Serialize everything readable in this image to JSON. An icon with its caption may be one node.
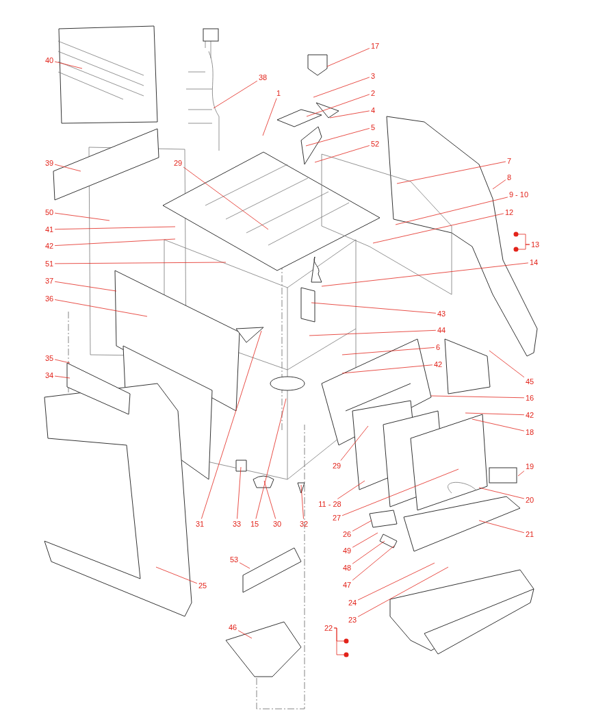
{
  "diagram": {
    "nodes": [
      {
        "text": [
          "40"
        ]
      },
      {
        "text": [
          "38"
        ]
      },
      {
        "text": [
          "17"
        ]
      },
      {
        "text": [
          "3"
        ]
      },
      {
        "text": [
          "1"
        ]
      },
      {
        "text": [
          "2"
        ]
      },
      {
        "text": [
          "4"
        ]
      },
      {
        "text": [
          "5"
        ]
      },
      {
        "text": [
          "52"
        ]
      },
      {
        "text": [
          "39"
        ]
      },
      {
        "text": [
          "29"
        ]
      },
      {
        "text": [
          "7"
        ]
      },
      {
        "text": [
          "8"
        ]
      },
      {
        "text": [
          "9 - 10"
        ]
      },
      {
        "text": [
          "12"
        ]
      },
      {
        "text": [
          "13"
        ]
      },
      {
        "text": [
          "14"
        ]
      },
      {
        "text": [
          "50"
        ]
      },
      {
        "text": [
          "41"
        ]
      },
      {
        "text": [
          "42"
        ]
      },
      {
        "text": [
          "51"
        ]
      },
      {
        "text": [
          "37"
        ]
      },
      {
        "text": [
          "36"
        ]
      },
      {
        "text": [
          "43"
        ]
      },
      {
        "text": [
          "44"
        ]
      },
      {
        "text": [
          "6"
        ]
      },
      {
        "text": [
          "42"
        ]
      },
      {
        "text": [
          "45"
        ]
      },
      {
        "text": [
          "35"
        ]
      },
      {
        "text": [
          "34"
        ]
      },
      {
        "text": [
          "16"
        ]
      },
      {
        "text": [
          "42"
        ]
      },
      {
        "text": [
          "18"
        ]
      },
      {
        "text": [
          "19"
        ]
      },
      {
        "text": [
          "29"
        ]
      },
      {
        "text": [
          "11 - 28"
        ]
      },
      {
        "text": [
          "27"
        ]
      },
      {
        "text": [
          "20"
        ]
      },
      {
        "text": [
          "21"
        ]
      },
      {
        "text": [
          "26"
        ]
      },
      {
        "text": [
          "49"
        ]
      },
      {
        "text": [
          "48"
        ]
      },
      {
        "text": [
          "47"
        ]
      },
      {
        "text": [
          "31"
        ]
      },
      {
        "text": [
          "33"
        ]
      },
      {
        "text": [
          "15"
        ]
      },
      {
        "text": [
          "30"
        ]
      },
      {
        "text": [
          "32"
        ]
      },
      {
        "text": [
          "53"
        ]
      },
      {
        "text": [
          "25"
        ]
      },
      {
        "text": [
          "24"
        ]
      },
      {
        "text": [
          "23"
        ]
      },
      {
        "text": [
          "22"
        ]
      },
      {
        "text": [
          "46"
        ]
      }
    ],
    "edges": [
      {
        "from": 0,
        "to": null,
        "arrow": "none"
      },
      {
        "from": 1,
        "to": null,
        "arrow": "none"
      },
      {
        "from": 2,
        "to": null,
        "arrow": "none"
      },
      {
        "from": 3,
        "to": null,
        "arrow": "none"
      },
      {
        "from": 4,
        "to": null,
        "arrow": "none"
      },
      {
        "from": 5,
        "to": null,
        "arrow": "none"
      },
      {
        "from": 6,
        "to": null,
        "arrow": "none"
      },
      {
        "from": 7,
        "to": null,
        "arrow": "none"
      },
      {
        "from": 8,
        "to": null,
        "arrow": "none"
      },
      {
        "from": 9,
        "to": null,
        "arrow": "none"
      },
      {
        "from": 10,
        "to": null,
        "arrow": "none"
      },
      {
        "from": 11,
        "to": null,
        "arrow": "none"
      },
      {
        "from": 12,
        "to": null,
        "arrow": "none"
      },
      {
        "from": 13,
        "to": null,
        "arrow": "none"
      },
      {
        "from": 14,
        "to": null,
        "arrow": "none"
      },
      {
        "from": 15,
        "to": null,
        "arrow": "other"
      },
      {
        "from": 15,
        "to": null,
        "arrow": "other"
      },
      {
        "from": 16,
        "to": null,
        "arrow": "none"
      },
      {
        "from": 17,
        "to": null,
        "arrow": "none"
      },
      {
        "from": 18,
        "to": null,
        "arrow": "none"
      },
      {
        "from": 19,
        "to": null,
        "arrow": "none"
      },
      {
        "from": 20,
        "to": null,
        "arrow": "none"
      },
      {
        "from": 21,
        "to": null,
        "arrow": "none"
      },
      {
        "from": 22,
        "to": null,
        "arrow": "none"
      },
      {
        "from": 23,
        "to": null,
        "arrow": "none"
      },
      {
        "from": 24,
        "to": null,
        "arrow": "none"
      },
      {
        "from": 25,
        "to": null,
        "arrow": "none"
      },
      {
        "from": 26,
        "to": null,
        "arrow": "none"
      },
      {
        "from": 27,
        "to": null,
        "arrow": "none"
      },
      {
        "from": 28,
        "to": null,
        "arrow": "none"
      },
      {
        "from": 29,
        "to": null,
        "arrow": "none"
      },
      {
        "from": 30,
        "to": null,
        "arrow": "none"
      },
      {
        "from": 31,
        "to": null,
        "arrow": "none"
      },
      {
        "from": 32,
        "to": null,
        "arrow": "none"
      },
      {
        "from": 33,
        "to": null,
        "arrow": "none"
      },
      {
        "from": 34,
        "to": null,
        "arrow": "none"
      },
      {
        "from": 35,
        "to": null,
        "arrow": "none"
      },
      {
        "from": 36,
        "to": null,
        "arrow": "none"
      },
      {
        "from": 37,
        "to": null,
        "arrow": "none"
      },
      {
        "from": 38,
        "to": null,
        "arrow": "none"
      },
      {
        "from": 39,
        "to": null,
        "arrow": "none"
      },
      {
        "from": 40,
        "to": null,
        "arrow": "none"
      },
      {
        "from": 41,
        "to": null,
        "arrow": "none"
      },
      {
        "from": 42,
        "to": null,
        "arrow": "none"
      },
      {
        "from": 43,
        "to": null,
        "arrow": "none"
      },
      {
        "from": 44,
        "to": null,
        "arrow": "none"
      },
      {
        "from": 45,
        "to": null,
        "arrow": "none"
      },
      {
        "from": 46,
        "to": null,
        "arrow": "none"
      },
      {
        "from": 47,
        "to": null,
        "arrow": "none"
      },
      {
        "from": 48,
        "to": null,
        "arrow": "none"
      },
      {
        "from": 49,
        "to": null,
        "arrow": "none"
      },
      {
        "from": 50,
        "to": null,
        "arrow": "none"
      },
      {
        "from": 51,
        "to": null,
        "arrow": "none"
      },
      {
        "from": 52,
        "to": null,
        "arrow": "other"
      },
      {
        "from": 52,
        "to": null,
        "arrow": "other"
      },
      {
        "from": 53,
        "to": null,
        "arrow": "none"
      }
    ]
  }
}
